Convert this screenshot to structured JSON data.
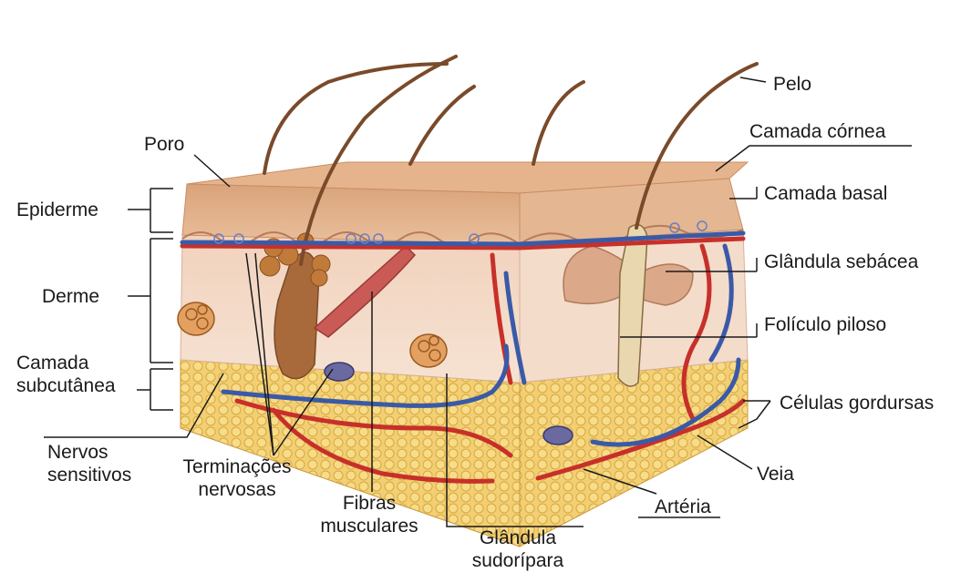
{
  "labels": {
    "pelo": "Pelo",
    "camada_cornea": "Camada córnea",
    "camada_basal": "Camada basal",
    "glandula_sebacea": "Glândula sebácea",
    "foliculo_piloso": "Folículo piloso",
    "celulas_gordurosas": "Células gordursas",
    "veia": "Veia",
    "arteria": "Artéria",
    "glandula_sudoripara_1": "Glândula",
    "glandula_sudoripara_2": "sudorípara",
    "fibras_musculares_1": "Fibras",
    "fibras_musculares_2": "musculares",
    "terminacoes_nervosas_1": "Terminações",
    "terminacoes_nervosas_2": "nervosas",
    "nervos_sensitivos_1": "Nervos",
    "nervos_sensitivos_2": "sensitivos",
    "camada_subcutanea_1": "Camada",
    "camada_subcutanea_2": "subcutânea",
    "derme": "Derme",
    "epiderme": "Epiderme",
    "poro": "Poro"
  },
  "colors": {
    "epidermis": "#e3b690",
    "epidermis_top": "#d49a70",
    "dermis": "#f3dccb",
    "fat": "#f0c662",
    "hair": "#7a4a2a",
    "artery": "#c7302a",
    "vein": "#3a5aa8",
    "muscle": "#c0504d",
    "follicle": "#a86a3a"
  }
}
